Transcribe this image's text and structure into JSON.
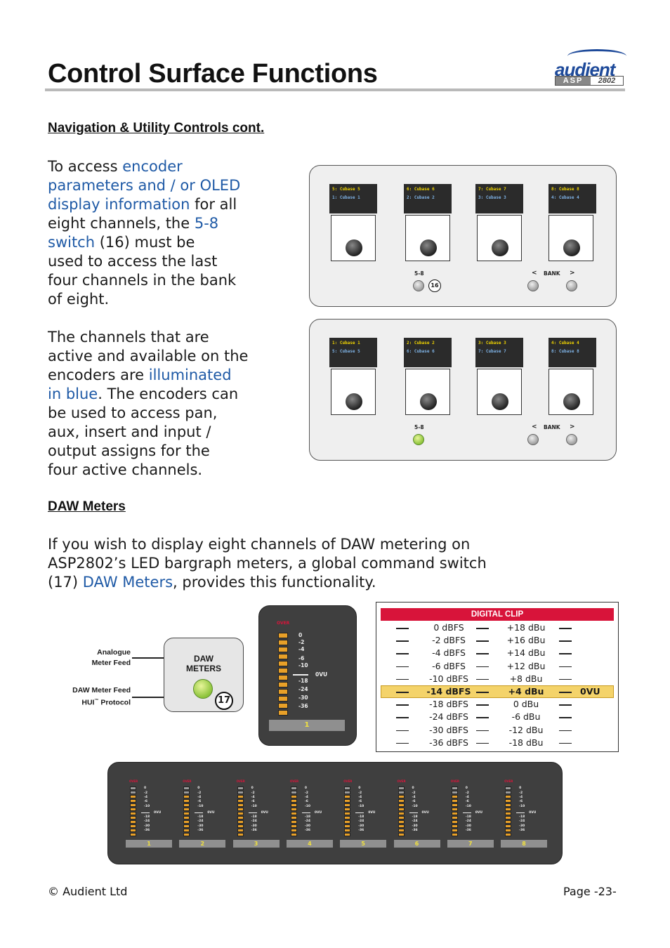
{
  "header": {
    "title": "Control Surface Functions",
    "logo_text": "audient",
    "logo_model_a": "ASP",
    "logo_model_n": "2802"
  },
  "section1": {
    "heading": "Navigation & Utility Controls cont.",
    "p1": [
      {
        "t": "To access ",
        "b": false
      },
      {
        "t": "encoder",
        "b": true
      },
      {
        "t": "parameters and / or OLED",
        "b": true
      },
      {
        "t": "display information",
        "b": true
      },
      {
        "t": " for all",
        "b": false
      },
      {
        "t": "eight channels, the ",
        "b": false
      },
      {
        "t": "5-8",
        "b": true
      },
      {
        "t": "switch",
        "b": true
      },
      {
        "t": " (16) must be",
        "b": false
      },
      {
        "t": "used to access the last",
        "b": false
      },
      {
        "t": "four channels in the bank",
        "b": false
      },
      {
        "t": "of eight.",
        "b": false
      }
    ],
    "p2": [
      {
        "t": "The channels that are",
        "b": false
      },
      {
        "t": "active and available on the",
        "b": false
      },
      {
        "t": "encoders are ",
        "b": false
      },
      {
        "t": "illuminated",
        "b": true
      },
      {
        "t": "in blue",
        "b": true
      },
      {
        "t": ". The encoders can",
        "b": false
      },
      {
        "t": "be used to access pan,",
        "b": false
      },
      {
        "t": "aux, insert and input /",
        "b": false
      },
      {
        "t": "output assigns for the",
        "b": false
      },
      {
        "t": "four active channels.",
        "b": false
      }
    ]
  },
  "panel_top": {
    "oleds": [
      [
        "5: Cubase 5",
        "1: Cubase 1"
      ],
      [
        "6: Cubase 6",
        "2: Cubase 2"
      ],
      [
        "7: Cubase 7",
        "3: Cubase 3"
      ],
      [
        "8: Cubase 8",
        "4: Cubase 4"
      ]
    ],
    "switch_label": "5-8",
    "bank_label": "BANK",
    "bank_left": "<",
    "bank_right": ">",
    "callout": "16"
  },
  "panel_bottom": {
    "oleds": [
      [
        "1: Cubase 1",
        "5: Cubase 5"
      ],
      [
        "2: Cubase 2",
        "6: Cubase 6"
      ],
      [
        "3: Cubase 3",
        "7: Cubase 7"
      ],
      [
        "4: Cubase 4",
        "8: Cubase 8"
      ]
    ],
    "switch_label": "5-8",
    "bank_label": "BANK",
    "bank_left": "<",
    "bank_right": ">"
  },
  "section2": {
    "heading": "DAW Meters",
    "p1": "If you wish to display eight channels of DAW metering on",
    "p2": "ASP2802’s LED bargraph meters, a global command switch",
    "p3a": "(17) ",
    "p3b": "DAW Meters",
    "p3c": ", provides this functionality."
  },
  "daw_diagram": {
    "label_analogue_1": "Analogue",
    "label_analogue_2": "Meter Feed",
    "label_daw_1": "DAW Meter Feed",
    "label_daw_2": "HUI",
    "label_daw_tm": "™",
    "label_daw_3": "Protocol",
    "switch_1": "DAW",
    "switch_2": "METERS",
    "callout": "17"
  },
  "big_meter": {
    "over": "OVER",
    "scale": [
      "0",
      "-2",
      "-4",
      "-6",
      "-10",
      "-18",
      "-24",
      "-30",
      "-36"
    ],
    "ovu": "0VU",
    "channel": "1"
  },
  "ref_table": {
    "header": "DIGITAL CLIP",
    "rows": [
      {
        "dbfs": "0 dBFS",
        "dbu": "+18 dBu",
        "hl": false
      },
      {
        "dbfs": "-2 dBFS",
        "dbu": "+16 dBu",
        "hl": false
      },
      {
        "dbfs": "-4 dBFS",
        "dbu": "+14 dBu",
        "hl": false
      },
      {
        "dbfs": "-6 dBFS",
        "dbu": "+12 dBu",
        "hl": false
      },
      {
        "dbfs": "-10 dBFS",
        "dbu": "+8 dBu",
        "hl": false
      },
      {
        "dbfs": "-14 dBFS",
        "dbu": "+4 dBu",
        "hl": true,
        "extra": "0VU"
      },
      {
        "dbfs": "-18 dBFS",
        "dbu": "0 dBu",
        "hl": false
      },
      {
        "dbfs": "-24 dBFS",
        "dbu": "-6 dBu",
        "hl": false
      },
      {
        "dbfs": "-30 dBFS",
        "dbu": "-12 dBu",
        "hl": false
      },
      {
        "dbfs": "-36 dBFS",
        "dbu": "-18 dBu",
        "hl": false
      }
    ]
  },
  "meter_bank": {
    "over": "OVER",
    "scale": [
      "0",
      "-2",
      "-4",
      "-6",
      "-10",
      "-18",
      "-24",
      "-30",
      "-36"
    ],
    "ovu": "0VU",
    "channels": [
      "1",
      "2",
      "3",
      "4",
      "5",
      "6",
      "7",
      "8"
    ]
  },
  "footer": {
    "left": "© Audient Ltd",
    "right": "Page -23-"
  },
  "colors": {
    "accent_blue": "#1f5aa6",
    "clip_red": "#d8143a",
    "highlight": "#f4d36a",
    "led_green": "#8cc33a",
    "led_orange": "#e8a028"
  }
}
